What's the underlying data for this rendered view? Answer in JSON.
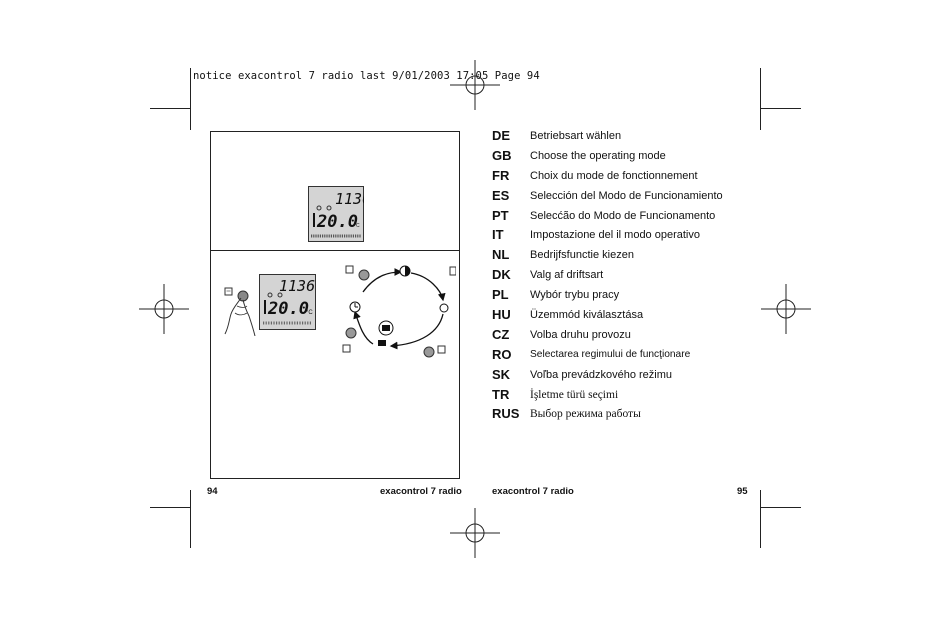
{
  "print_header": "notice exacontrol 7 radio last 9/01/2003 17:05 Page 94",
  "display": {
    "time": "1136",
    "temperature": "20.0",
    "unit": "°C"
  },
  "languages": [
    {
      "code": "DE",
      "text": "Betriebsart wählen",
      "style": "normal"
    },
    {
      "code": "GB",
      "text": "Choose the operating mode",
      "style": "normal"
    },
    {
      "code": "FR",
      "text": "Choix du mode de fonctionnement",
      "style": "normal"
    },
    {
      "code": "ES",
      "text": "Selección del Modo de Funcionamiento",
      "style": "normal"
    },
    {
      "code": "PT",
      "text": "Selecćão do Modo de Funcionamento",
      "style": "normal"
    },
    {
      "code": "IT",
      "text": "Impostazione del il modo operativo",
      "style": "normal"
    },
    {
      "code": "NL",
      "text": "Bedrijfsfunctie kiezen",
      "style": "normal"
    },
    {
      "code": "DK",
      "text": "Valg af driftsart",
      "style": "normal"
    },
    {
      "code": "PL",
      "text": "Wybór trybu pracy",
      "style": "normal"
    },
    {
      "code": "HU",
      "text": "Üzemmód kiválasztása",
      "style": "normal"
    },
    {
      "code": "CZ",
      "text": "Volba druhu provozu",
      "style": "normal"
    },
    {
      "code": "RO",
      "text": "Selectarea regimului de funcţionare",
      "style": "small"
    },
    {
      "code": "SK",
      "text": "Voľba prevádzkového režimu",
      "style": "normal"
    },
    {
      "code": "TR",
      "text": "İşletme türü seçimi",
      "style": "serif"
    },
    {
      "code": "RUS",
      "text": "Выбор режима работы",
      "style": "serif"
    }
  ],
  "footer": {
    "left_page_number": "94",
    "left_product": "exacontrol 7 radio",
    "right_product": "exacontrol 7 radio",
    "right_page_number": "95"
  }
}
